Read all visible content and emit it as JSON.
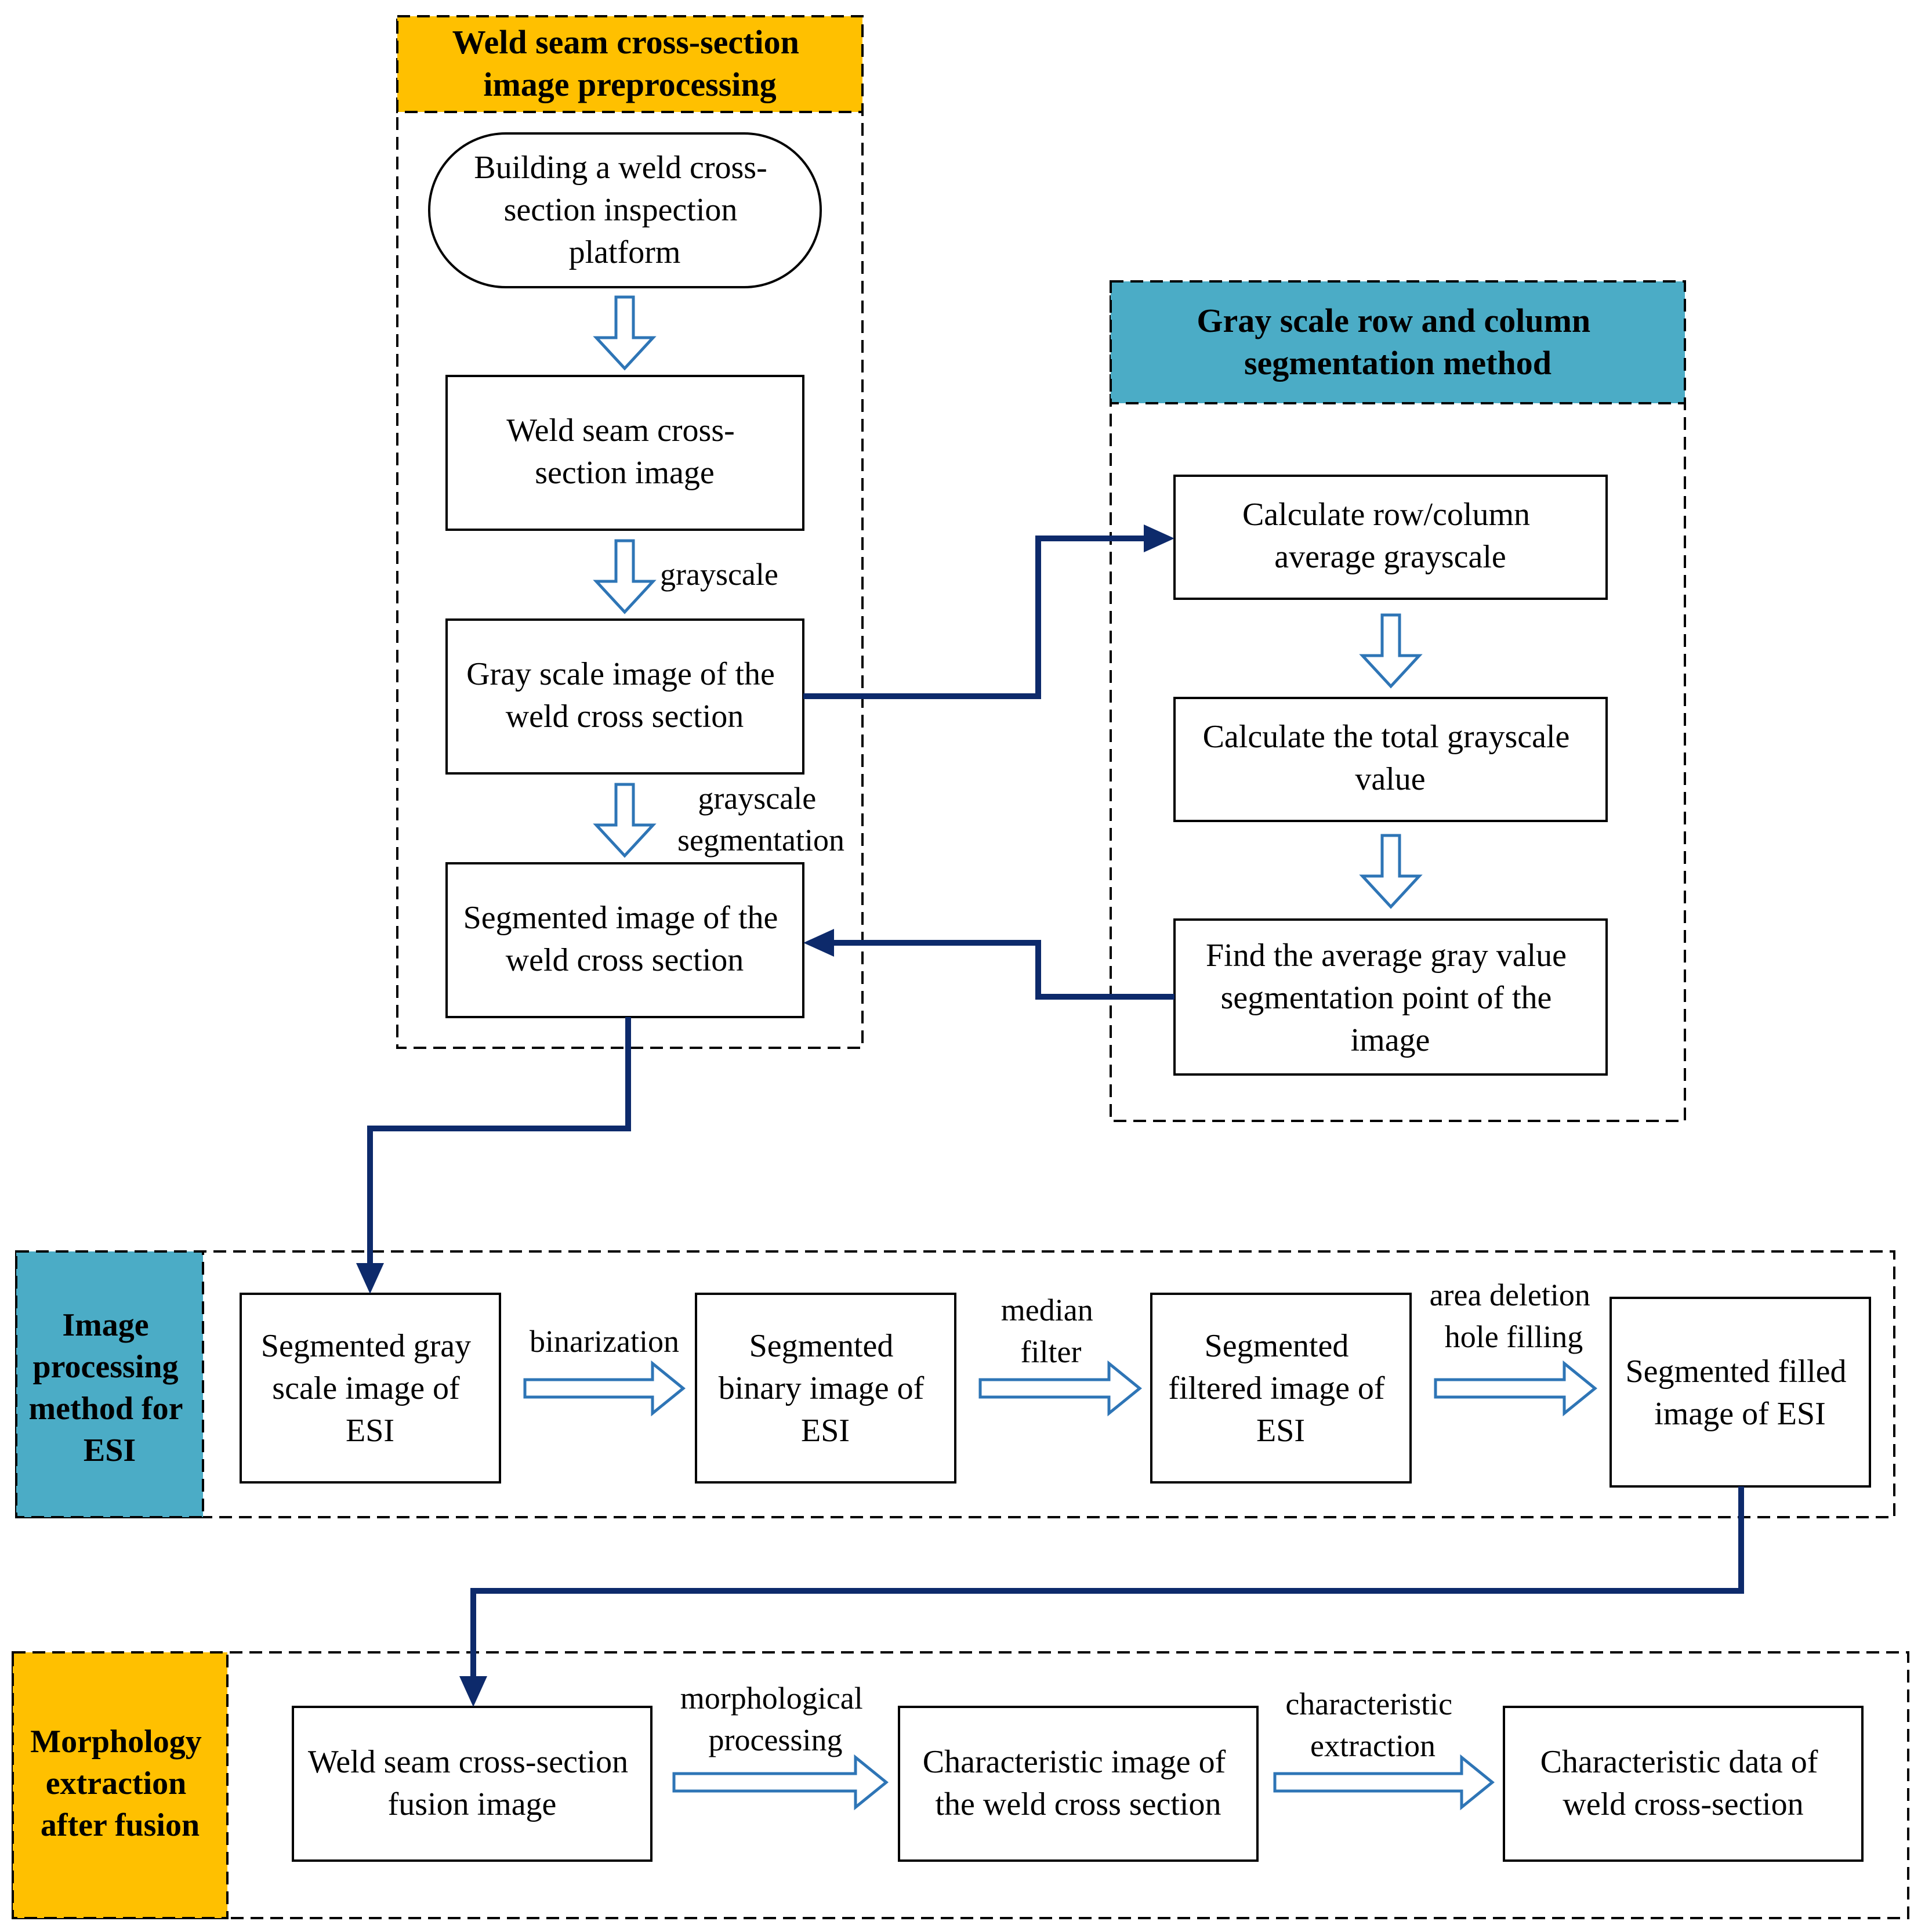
{
  "colors": {
    "orange_header": "#ffc000",
    "teal_header": "#4bacc6",
    "connector": "#0d2a6b",
    "hollow_arrow": "#2e75b6"
  },
  "sections": {
    "preprocessing": {
      "title": [
        "Weld seam cross-section",
        "image preprocessing"
      ]
    },
    "segmentation": {
      "title": [
        "Gray scale row and column",
        "segmentation method"
      ]
    },
    "esi": {
      "title": [
        "Image",
        "processing",
        "method for",
        "ESI"
      ]
    },
    "morphology": {
      "title": [
        "Morphology",
        "extraction",
        "after fusion"
      ]
    }
  },
  "nodes": {
    "platform": [
      "Building a weld cross-",
      "section inspection",
      "platform"
    ],
    "cross_image": [
      "Weld seam cross-",
      "section image"
    ],
    "gray_image": [
      "Gray scale image of the",
      "weld cross section"
    ],
    "segmented_image": [
      "Segmented image of the",
      "weld cross section"
    ],
    "row_col_avg": [
      "Calculate row/column",
      "average grayscale"
    ],
    "total_gray": [
      "Calculate the total grayscale",
      "value"
    ],
    "seg_point": [
      "Find the average gray value",
      "segmentation point of the",
      "image"
    ],
    "seg_gray_esi": [
      "Segmented gray",
      "scale image of",
      "ESI"
    ],
    "seg_binary_esi": [
      "Segmented",
      "binary image of",
      "ESI"
    ],
    "seg_filtered_esi": [
      "Segmented",
      "filtered image of",
      "ESI"
    ],
    "seg_filled_esi": [
      "Segmented filled",
      "image of ESI"
    ],
    "fusion_image": [
      "Weld seam cross-section",
      "fusion image"
    ],
    "char_image": [
      "Characteristic image of",
      "the weld cross section"
    ],
    "char_data": [
      "Characteristic data of",
      "weld cross-section"
    ]
  },
  "edges": {
    "grayscale": [
      "grayscale"
    ],
    "gray_seg": [
      "grayscale",
      "segmentation"
    ],
    "binarization": [
      "binarization"
    ],
    "median": [
      "median",
      "filter"
    ],
    "area_hole": [
      "area deletion",
      "hole filling"
    ],
    "morph": [
      "morphological",
      "processing"
    ],
    "char_extract": [
      "characteristic",
      "extraction"
    ]
  }
}
